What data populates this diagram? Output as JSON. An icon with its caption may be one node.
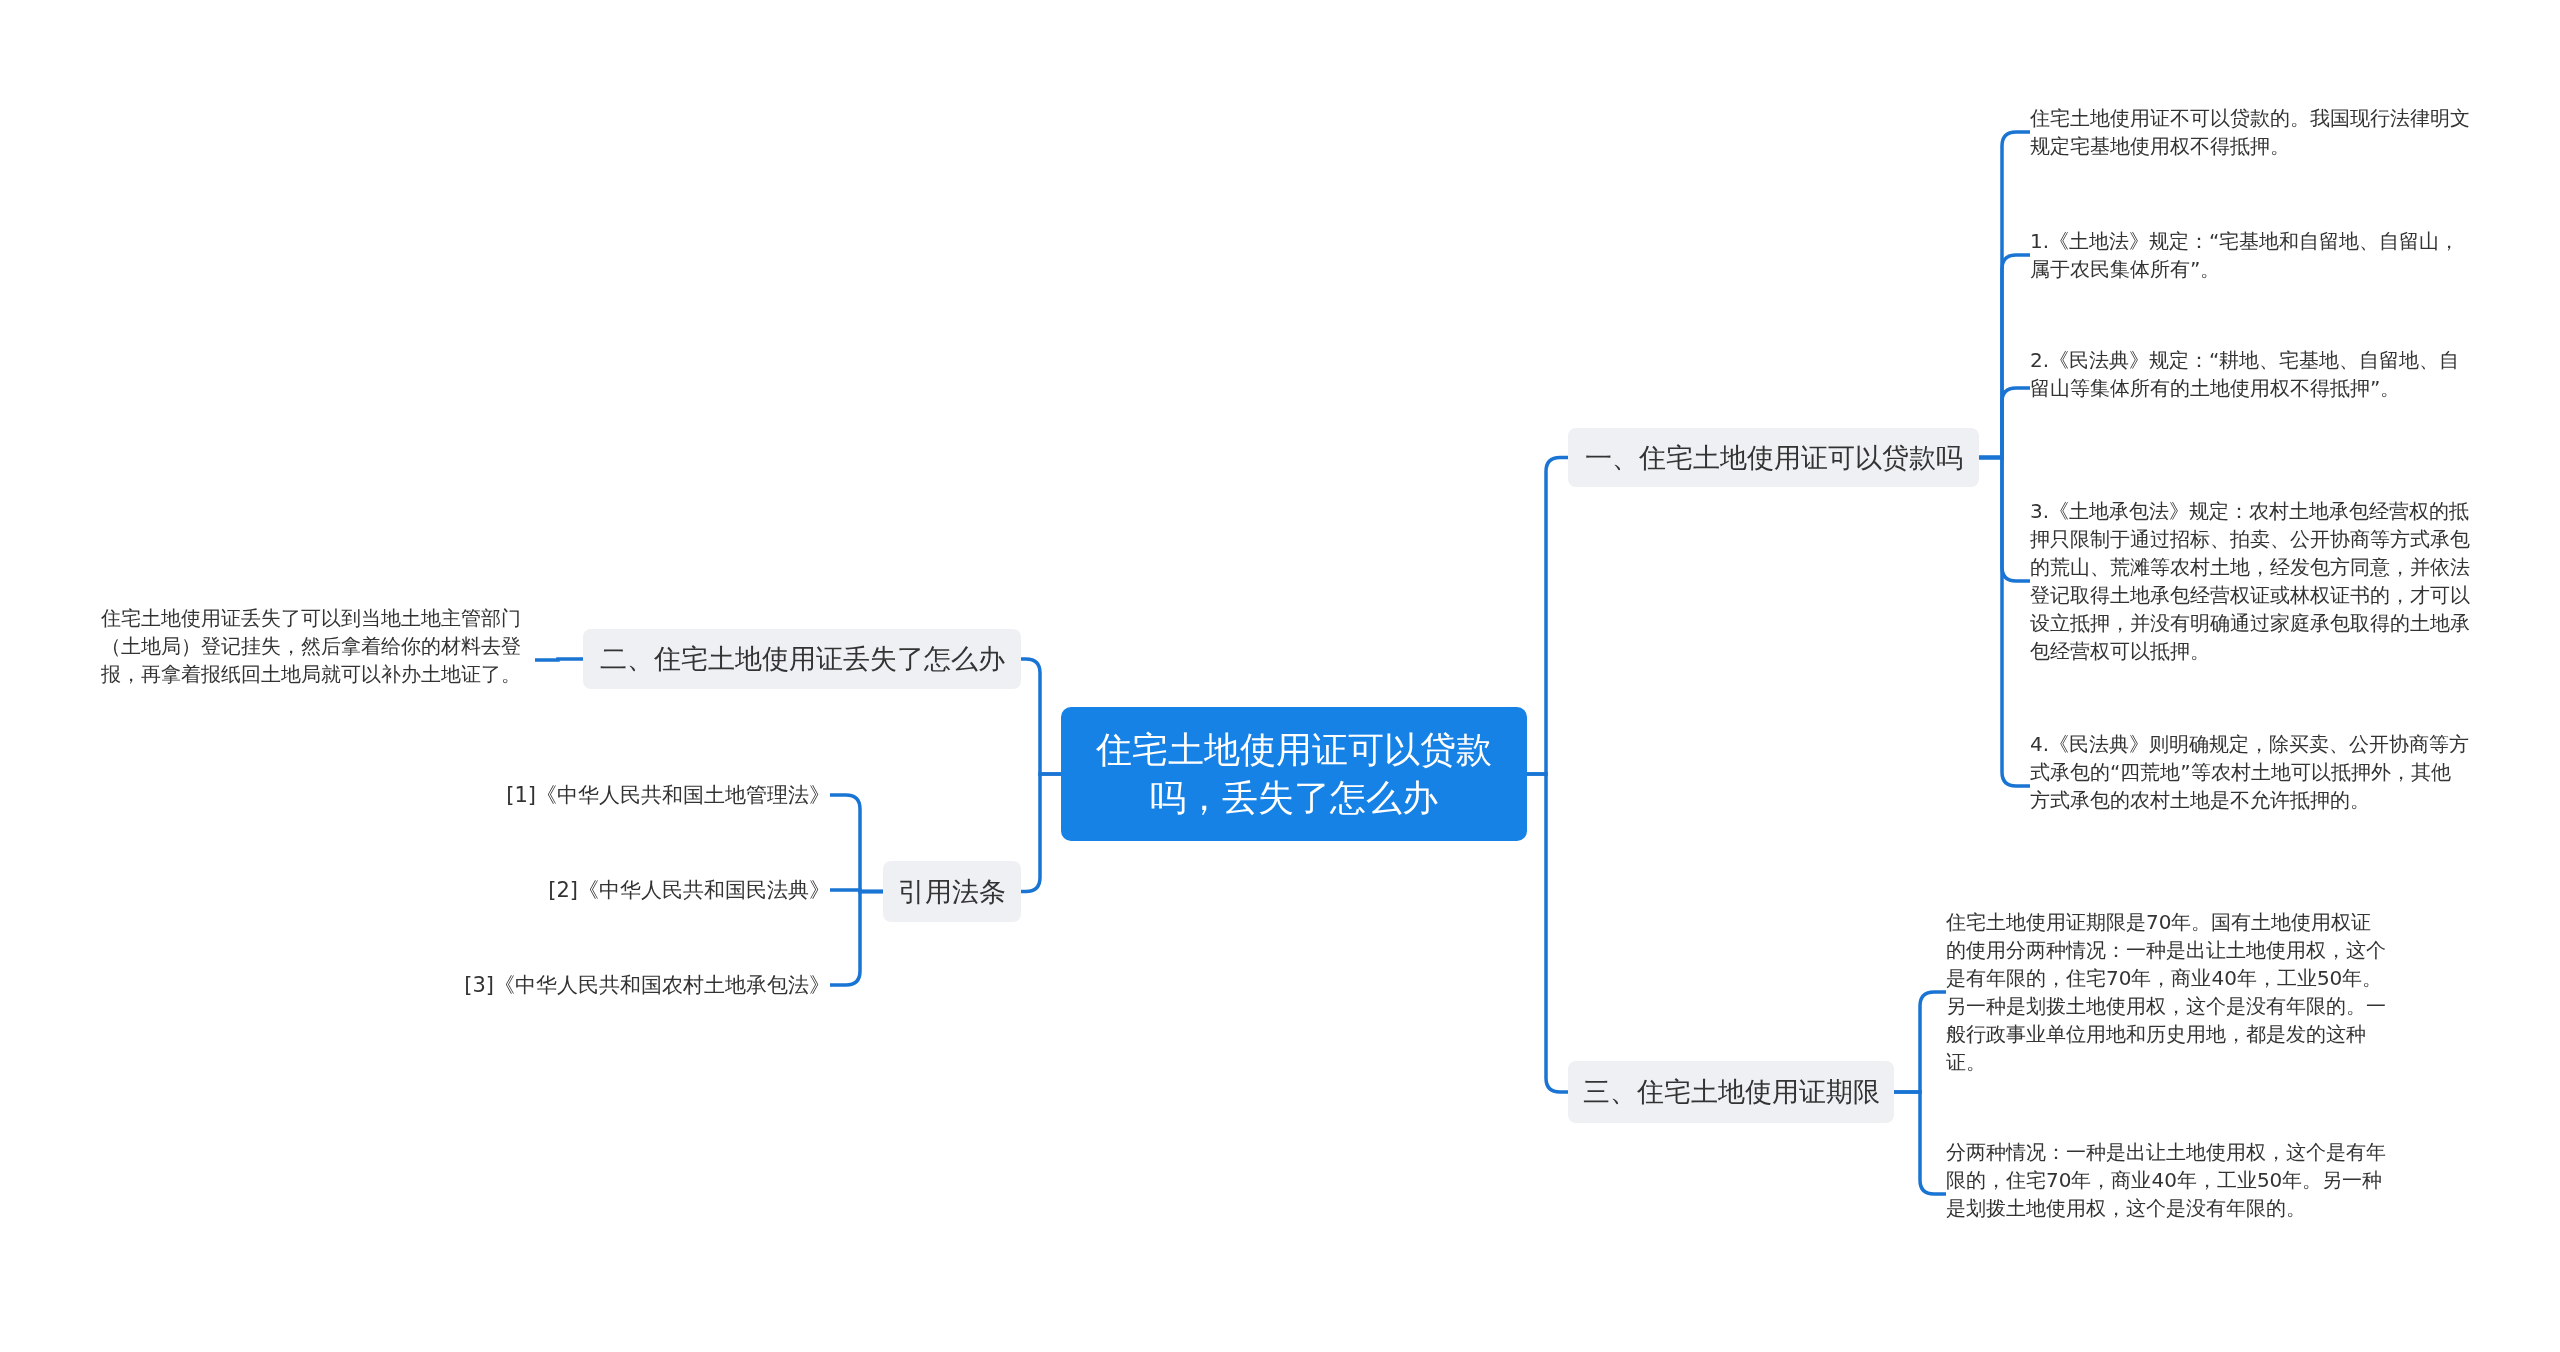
{
  "diagram": {
    "nodes": [
      {
        "text": [
          "住宅土地使用证可以贷款吗，丢失了怎么办"
        ]
      },
      {
        "text": [
          "一、住宅土地使用证可以贷款吗"
        ]
      },
      {
        "text": [
          "住宅土地使用证不可以贷款的。我国现行法律明文规定宅基地使用权不得抵押。"
        ]
      },
      {
        "text": [
          "1.《土地法》规定：“宅基地和自留地、自留山，属于农民集体所有”。"
        ]
      },
      {
        "text": [
          "2.《民法典》规定：“耕地、宅基地、自留地、自留山等集体所有的土地使用权不得抵押”。"
        ]
      },
      {
        "text": [
          "3.《土地承包法》规定：农村土地承包经营权的抵押只限制于通过招标、拍卖、公开协商等方式承包的荒山、荒滩等农村土地，经发包方同意，并依法登记取得土地承包经营权证或林权证书的，才可以设立抵押，并没有明确通过家庭承包取得的土地承包经营权可以抵押。"
        ]
      },
      {
        "text": [
          "4.《民法典》则明确规定，除买卖、公开协商等方式承包的“四荒地”等农村土地可以抵押外，其他方式承包的农村土地是不允许抵押的。"
        ]
      },
      {
        "text": [
          "三、住宅土地使用证期限"
        ]
      },
      {
        "text": [
          "住宅土地使用证期限是70年。国有土地使用权证的使用分两种情况：一种是出让土地使用权，这个是有年限的，住宅70年，商业40年，工业50年。另一种是划拨土地使用权，这个是没有年限的。一般行政事业单位用地和历史用地，都是发的这种证。"
        ]
      },
      {
        "text": [
          "分两种情况：一种是出让土地使用权，这个是有年限的，住宅70年，商业40年，工业50年。另一种是划拨土地使用权，这个是没有年限的。"
        ]
      },
      {
        "text": [
          "二、住宅土地使用证丢失了怎么办"
        ]
      },
      {
        "text": [
          "住宅土地使用证丢失了可以到当地土地主管部门（土地局）登记挂失，然后拿着给你的材料去登报，再拿着报纸回土地局就可以补办土地证了。"
        ]
      },
      {
        "text": [
          "引用法条"
        ]
      },
      {
        "text": [
          "[1]《中华人民共和国土地管理法》"
        ]
      },
      {
        "text": [
          "[2]《中华人民共和国民法典》"
        ]
      },
      {
        "text": [
          "[3]《中华人民共和国农村土地承包法》"
        ]
      }
    ],
    "edges": [
      {
        "from": 0,
        "to": 1,
        "arrow": "none"
      },
      {
        "from": 1,
        "to": 2,
        "arrow": "none"
      },
      {
        "from": 1,
        "to": 3,
        "arrow": "none"
      },
      {
        "from": 1,
        "to": 4,
        "arrow": "none"
      },
      {
        "from": 1,
        "to": 5,
        "arrow": "none"
      },
      {
        "from": 1,
        "to": 6,
        "arrow": "none"
      },
      {
        "from": 0,
        "to": 7,
        "arrow": "none"
      },
      {
        "from": 7,
        "to": 8,
        "arrow": "none"
      },
      {
        "from": 7,
        "to": 9,
        "arrow": "none"
      },
      {
        "from": 0,
        "to": 10,
        "arrow": "none"
      },
      {
        "from": 10,
        "to": 11,
        "arrow": "none"
      },
      {
        "from": 0,
        "to": 12,
        "arrow": "none"
      },
      {
        "from": 12,
        "to": 13,
        "arrow": "none"
      },
      {
        "from": 12,
        "to": 14,
        "arrow": "none"
      },
      {
        "from": 12,
        "to": 15,
        "arrow": "none"
      }
    ]
  }
}
